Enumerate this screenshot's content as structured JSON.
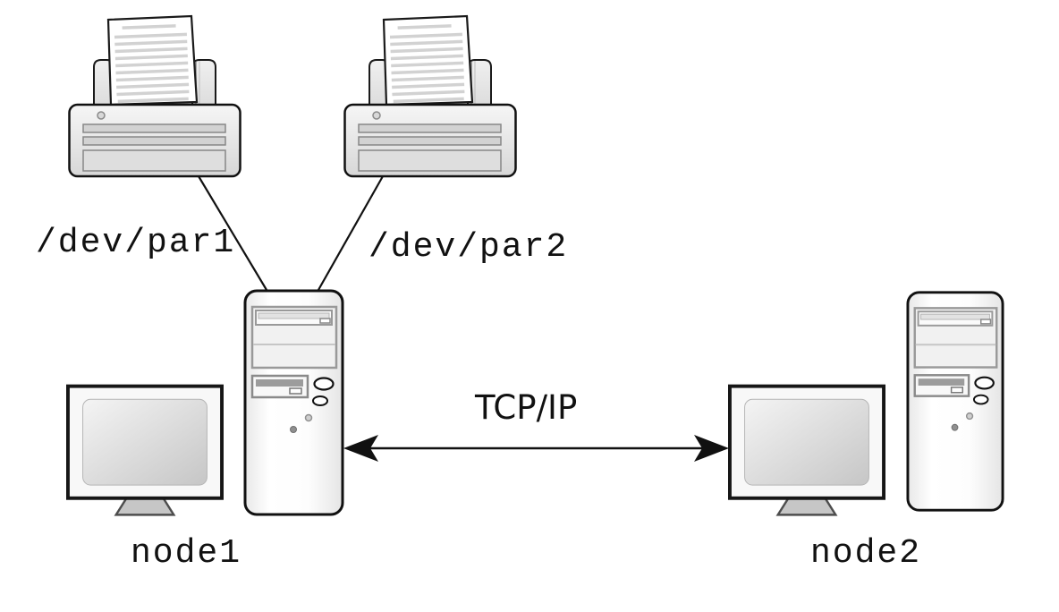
{
  "diagram": {
    "background_color": "#ffffff",
    "outline_color": "#111111",
    "connection": {
      "label": "TCP/IP",
      "type": "bidirectional-arrow"
    },
    "ports": [
      {
        "label": "/dev/par1"
      },
      {
        "label": "/dev/par2"
      }
    ],
    "nodes": [
      {
        "label": "node1"
      },
      {
        "label": "node2"
      }
    ],
    "icons": {
      "printer": "printer-icon",
      "tower": "computer-tower-icon",
      "monitor": "monitor-icon"
    }
  }
}
